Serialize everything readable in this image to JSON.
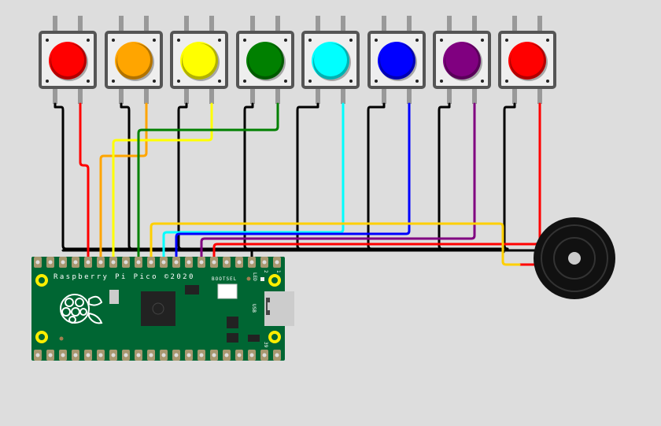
{
  "pico": {
    "label": "Raspberry Pi Pico ©2020",
    "bootsel": "BOOTSEL",
    "led": "LED",
    "usb": "USB",
    "pin_2": "2",
    "pin_1": "1",
    "pin_39": "39"
  },
  "buttons": [
    {
      "color": "#ff0000"
    },
    {
      "color": "#ffa500"
    },
    {
      "color": "#ffff00"
    },
    {
      "color": "#008000"
    },
    {
      "color": "#00ffff"
    },
    {
      "color": "#0000ff"
    },
    {
      "color": "#800080"
    },
    {
      "color": "#ff0000"
    }
  ],
  "colors": {
    "board": "#006633",
    "background": "#dddddd",
    "ground_wire": "#000000",
    "buzzer_wire": "#ffd000"
  }
}
